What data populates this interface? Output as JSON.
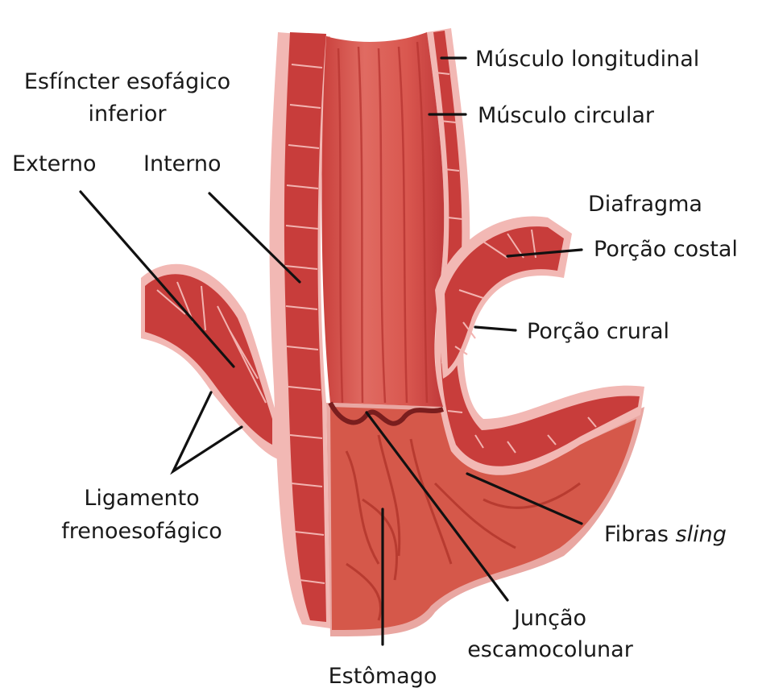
{
  "labels": {
    "musculo_longitudinal": "Músculo longitudinal",
    "musculo_circular": "Músculo circular",
    "esfincter_line1": "Esfíncter esofágico",
    "esfincter_line2": "inferior",
    "externo": "Externo",
    "interno": "Interno",
    "diafragma": "Diafragma",
    "porcao_costal": "Porção costal",
    "porcao_crural": "Porção crural",
    "ligamento_line1": "Ligamento",
    "ligamento_line2": "frenoesofágico",
    "fibras_prefix": "Fibras ",
    "fibras_italic": "sling",
    "juncao_line1": "Junção",
    "juncao_line2": "escamocolunar",
    "estomago": "Estômago"
  },
  "colors": {
    "muscle": "#d9524f",
    "muscle_dark": "#a9282a",
    "lining": "#f2b3b0",
    "stomach": "#d65a48",
    "fiber": "#c94845",
    "leader": "#111111"
  }
}
